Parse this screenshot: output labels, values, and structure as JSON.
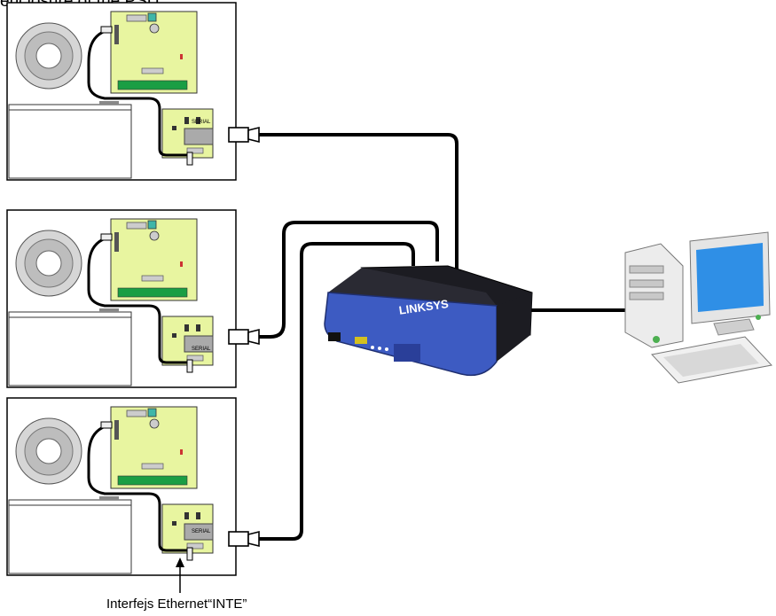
{
  "heading": "enclosure of the PSU:",
  "caption": "Interfejs Ethernet“INTE”",
  "unit_labels": {
    "serial": "SERIAL"
  },
  "router": {
    "brand": "LINKSYS"
  },
  "colors": {
    "board": "#e8f5a0",
    "router_blue": "#3d5bc2",
    "router_dark": "#1c1c22",
    "monitor_screen": "#2f8fe6",
    "cable": "#000000"
  },
  "icons": [
    "psu-enclosure",
    "mains-disc",
    "battery",
    "main-board",
    "ethernet-module",
    "rj45-plug",
    "router",
    "desktop-computer"
  ]
}
